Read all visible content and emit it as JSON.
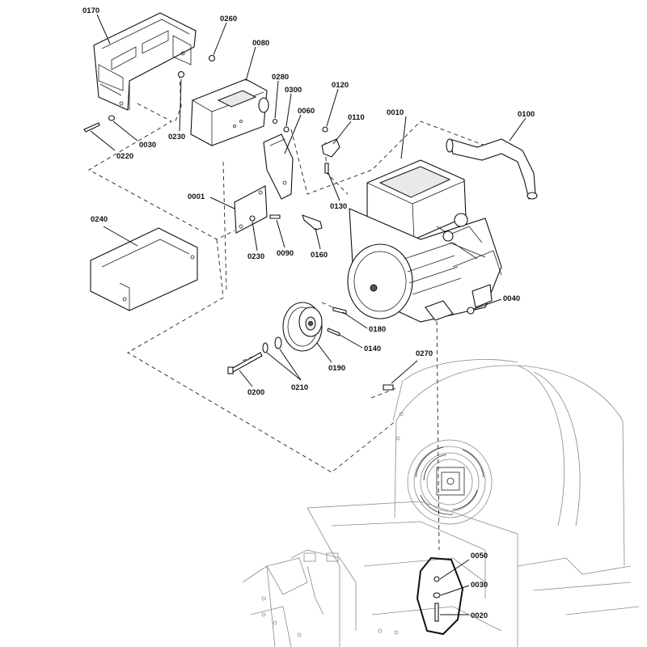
{
  "callouts": [
    {
      "id": "c0170",
      "number": "0170"
    },
    {
      "id": "c0260",
      "number": "0260"
    },
    {
      "id": "c0080",
      "number": "0080"
    },
    {
      "id": "c0280",
      "number": "0280"
    },
    {
      "id": "c0300",
      "number": "0300"
    },
    {
      "id": "c0120",
      "number": "0120"
    },
    {
      "id": "c0060",
      "number": "0060"
    },
    {
      "id": "c0110",
      "number": "0110"
    },
    {
      "id": "c0010",
      "number": "0010"
    },
    {
      "id": "c0100",
      "number": "0100"
    },
    {
      "id": "c0230a",
      "number": "0230"
    },
    {
      "id": "c0030a",
      "number": "0030"
    },
    {
      "id": "c0220",
      "number": "0220"
    },
    {
      "id": "c0001",
      "number": "0001"
    },
    {
      "id": "c0130",
      "number": "0130"
    },
    {
      "id": "c0240",
      "number": "0240"
    },
    {
      "id": "c0230b",
      "number": "0230"
    },
    {
      "id": "c0090",
      "number": "0090"
    },
    {
      "id": "c0160",
      "number": "0160"
    },
    {
      "id": "c0040",
      "number": "0040"
    },
    {
      "id": "c0180",
      "number": "0180"
    },
    {
      "id": "c0140",
      "number": "0140"
    },
    {
      "id": "c0270",
      "number": "0270"
    },
    {
      "id": "c0190",
      "number": "0190"
    },
    {
      "id": "c0200",
      "number": "0200"
    },
    {
      "id": "c0210",
      "number": "0210"
    },
    {
      "id": "c0050",
      "number": "0050"
    },
    {
      "id": "c0030b",
      "number": "0030"
    },
    {
      "id": "c0020",
      "number": "0020"
    }
  ]
}
